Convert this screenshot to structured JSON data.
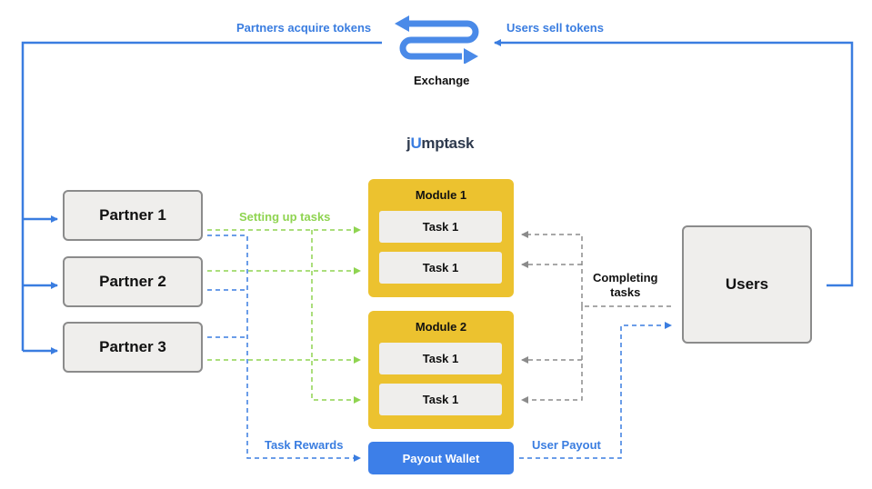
{
  "logo": {
    "prefix": "j",
    "accent": "U",
    "suffix": "mptask"
  },
  "exchange": {
    "label": "Exchange",
    "icon": "exchange-arrows-icon"
  },
  "labels": {
    "partners_acquire": "Partners acquire tokens",
    "users_sell": "Users sell tokens",
    "setting_up": "Setting up tasks",
    "completing": "Completing\ntasks",
    "task_rewards": "Task Rewards",
    "user_payout": "User Payout"
  },
  "partners": [
    {
      "label": "Partner 1"
    },
    {
      "label": "Partner 2"
    },
    {
      "label": "Partner 3"
    }
  ],
  "modules": [
    {
      "title": "Module 1",
      "tasks": [
        "Task 1",
        "Task 1"
      ]
    },
    {
      "title": "Module 2",
      "tasks": [
        "Task 1",
        "Task 1"
      ]
    }
  ],
  "users": {
    "label": "Users"
  },
  "wallet": {
    "label": "Payout Wallet"
  },
  "colors": {
    "blue": "#3a7de0",
    "green": "#8fd451",
    "gray": "#8b8b8b",
    "module": "#ecc22f",
    "box": "#efeeec"
  }
}
